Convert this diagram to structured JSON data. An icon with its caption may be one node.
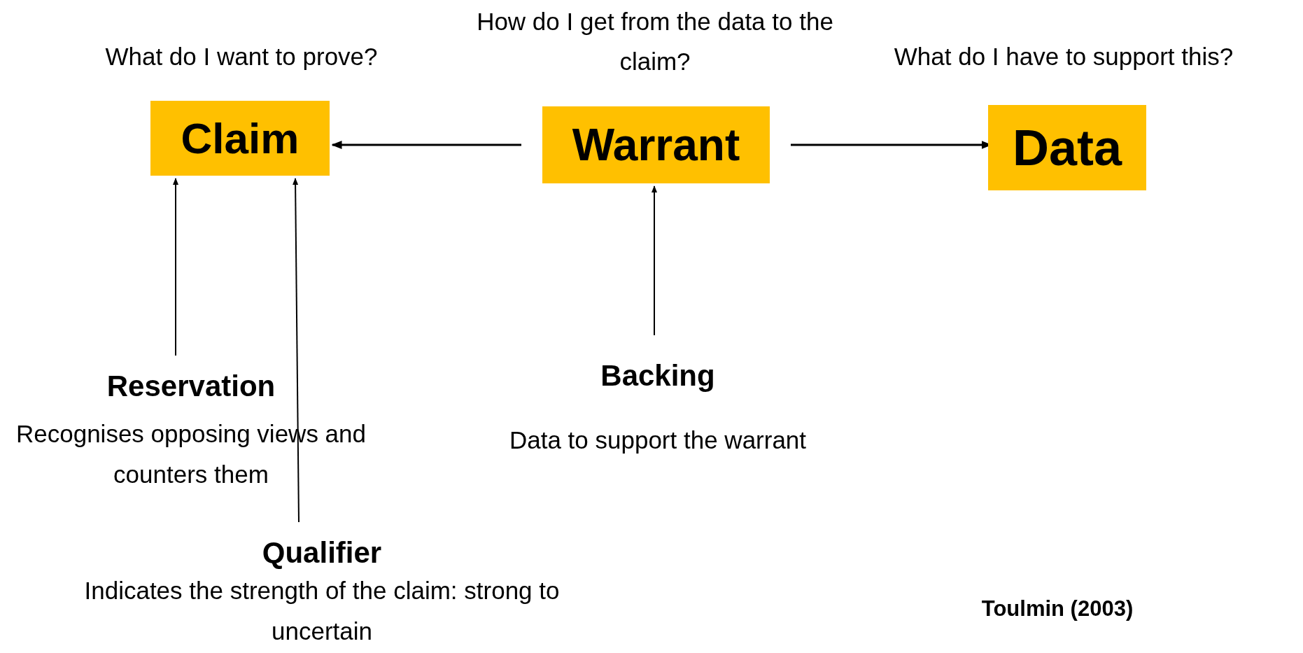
{
  "diagram": {
    "nodes": [
      {
        "text": [
          "Claim"
        ],
        "beside": [
          "What do I want to prove?"
        ]
      },
      {
        "text": [
          "Warrant"
        ],
        "beside": [
          "How do I get from the data to the claim?"
        ]
      },
      {
        "text": [
          "Data"
        ],
        "beside": [
          "What do I have to support this?"
        ]
      },
      {
        "text": [
          "Reservation",
          "Recognises opposing views and counters them"
        ]
      },
      {
        "text": [
          "Qualifier",
          "Indicates the strength of the claim: strong to uncertain"
        ]
      },
      {
        "text": [
          "Backing",
          "Data to support the warrant"
        ]
      }
    ],
    "edges": [
      {
        "from": 1,
        "to": 0,
        "arrow": "to"
      },
      {
        "from": 1,
        "to": 2,
        "arrow": "to"
      },
      {
        "from": 3,
        "to": 0,
        "arrow": "to"
      },
      {
        "from": 4,
        "to": 0,
        "arrow": "to"
      },
      {
        "from": 5,
        "to": 1,
        "arrow": "to"
      }
    ],
    "labels": [
      "Toulmin (2003)"
    ]
  }
}
